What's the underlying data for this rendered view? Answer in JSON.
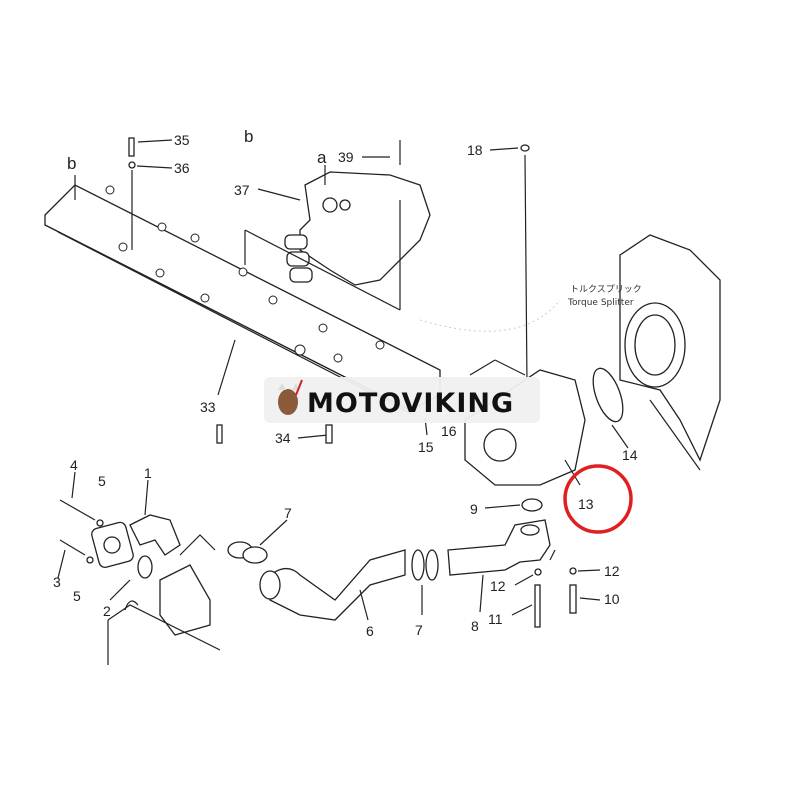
{
  "diagram": {
    "labels": {
      "l35": "35",
      "l36": "36",
      "lb1": "b",
      "lb2": "b",
      "la": "a",
      "l39": "39",
      "l37": "37",
      "l18": "18",
      "l33": "33",
      "l34": "34",
      "l15": "15",
      "l16": "16",
      "l14": "14",
      "l13": "13",
      "l9": "9",
      "l12a": "12",
      "l12b": "12",
      "l10": "10",
      "l11": "11",
      "l8": "8",
      "l7a": "7",
      "l7b": "7",
      "l6": "6",
      "l4": "4",
      "l5a": "5",
      "l1": "1",
      "l3": "3",
      "l5b": "5",
      "l2": "2"
    },
    "torque_splitter_jp": "トルクスプリック",
    "torque_splitter_en": "Torque  Splitter",
    "highlight_color": "#e02020"
  },
  "watermark": {
    "brand": "MOTOVIKING",
    "icon": "viking-mascot-icon"
  }
}
